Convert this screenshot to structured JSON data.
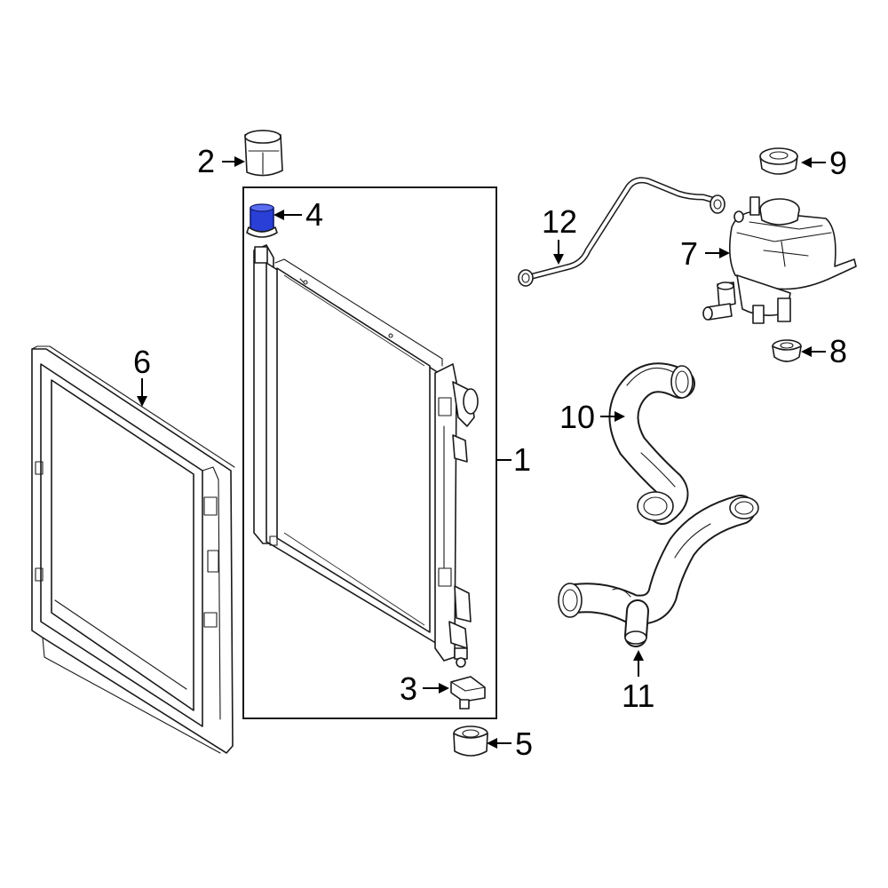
{
  "callouts": {
    "c1": "1",
    "c2": "2",
    "c3": "3",
    "c4": "4",
    "c5": "5",
    "c6": "6",
    "c7": "7",
    "c8": "8",
    "c9": "9",
    "c10": "10",
    "c11": "11",
    "c12": "12"
  },
  "highlighted_part": "4",
  "colors": {
    "highlight": "#2a3fd6",
    "line": "#1a1a1a",
    "background": "#ffffff"
  }
}
